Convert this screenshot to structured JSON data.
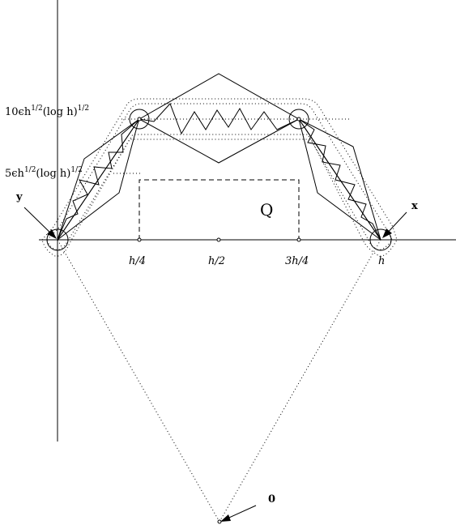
{
  "labels": {
    "corridor_outer_part1": "10ϵh",
    "corridor_outer_exp1": "1/2",
    "corridor_outer_part2": "(log h)",
    "corridor_outer_exp2": "1/2",
    "corridor_inner_part1": "5ϵh",
    "corridor_inner_exp1": "1/2",
    "corridor_inner_part2": "(log h)",
    "corridor_inner_exp2": "1/2",
    "point_y": "y",
    "point_x": "x",
    "point_origin": "0",
    "region_q": "Q",
    "tick_quarter": "h/4",
    "tick_half": "h/2",
    "tick_three_quarter": "3h/4",
    "tick_h": "h"
  },
  "colors": {
    "ink": "#000000",
    "background": "#ffffff"
  }
}
